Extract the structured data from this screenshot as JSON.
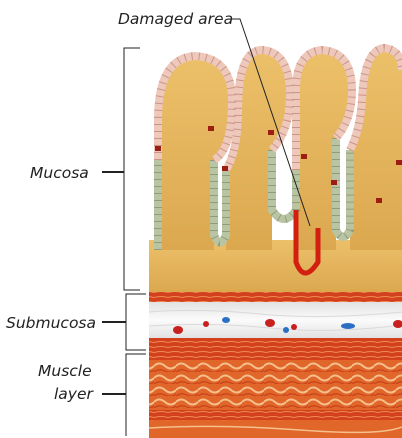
{
  "labels": {
    "damaged_area": "Damaged area",
    "mucosa": "Mucosa",
    "submucosa": "Submucosa",
    "muscle_layer_line1": "Muscle",
    "muscle_layer_line2": "layer"
  },
  "colors": {
    "mucosa_fill": "#e3b45a",
    "mucosa_light": "#f0cd7e",
    "healthy_epithelium": "#b9c5a2",
    "healthy_epithelium_edge": "#6f7d5e",
    "tip_epithelium": "#e7c0b1",
    "tip_epithelium_edge": "#a8645a",
    "damaged_cells": "#d21f10",
    "submucosa_white": "#f2f2f2",
    "muscle_red": "#d23b1c",
    "muscle_orange": "#e06a2b",
    "muscle_light": "#f2b888",
    "blood_red": "#c8201e",
    "blood_blue": "#2a6fc4",
    "bracket_line": "#222222"
  }
}
